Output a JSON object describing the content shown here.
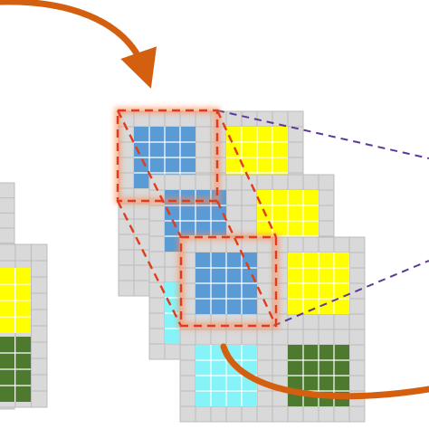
{
  "colors": {
    "background": "#ffffff",
    "grid_cell": "#d9d9d9",
    "grid_line": "#bcbcbc",
    "blue_block": "#5b9bd5",
    "yellow_block": "#ffff00",
    "cyan_block": "#86f3f8",
    "green_block": "#4e7a30",
    "block_line": "#ffffff",
    "selection_stroke": "#e03c1c",
    "selection_glow": "#ff8a55",
    "arrow_orange": "#d4600f",
    "projection_dash": "#5b3a96"
  },
  "icons": {
    "top_arrow": "curved-arrow-down-icon",
    "bottom_arrow": "curved-arrow-right-icon"
  },
  "grid": {
    "cells": 12,
    "layers": [
      {
        "name": "back-layer",
        "blocks": [
          "blue",
          "yellow"
        ]
      },
      {
        "name": "middle-layer",
        "blocks": [
          "blue",
          "yellow",
          "cyan"
        ]
      },
      {
        "name": "front-layer",
        "blocks": [
          "blue",
          "yellow",
          "cyan",
          "green"
        ]
      }
    ]
  }
}
